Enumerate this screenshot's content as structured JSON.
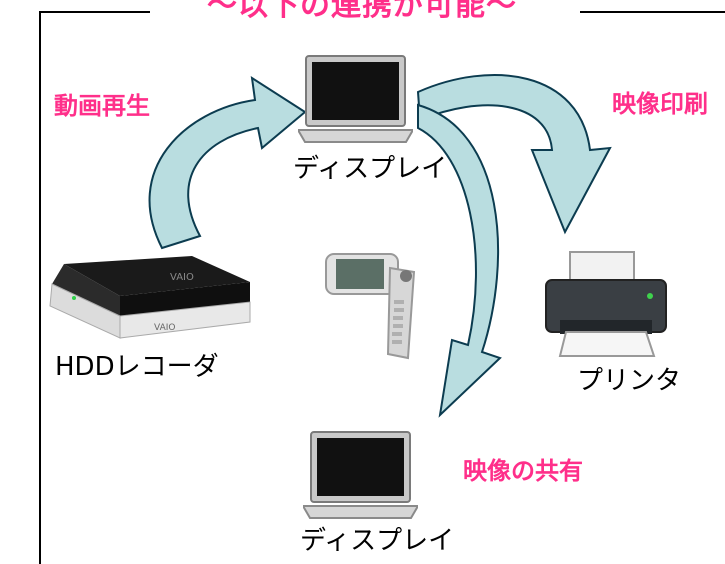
{
  "title": "〜以下の連携が可能〜",
  "actions": {
    "playback": "動画再生",
    "print": "映像印刷",
    "share": "映像の共有"
  },
  "devices": {
    "display_top": "ディスプレイ",
    "recorder": "HDDレコーダ",
    "printer": "プリンタ",
    "display_bottom": "ディスプレイ"
  },
  "colors": {
    "accent": "#ff2f8a",
    "arrow_fill": "#b9dde0",
    "arrow_stroke": "#0c3c50"
  }
}
